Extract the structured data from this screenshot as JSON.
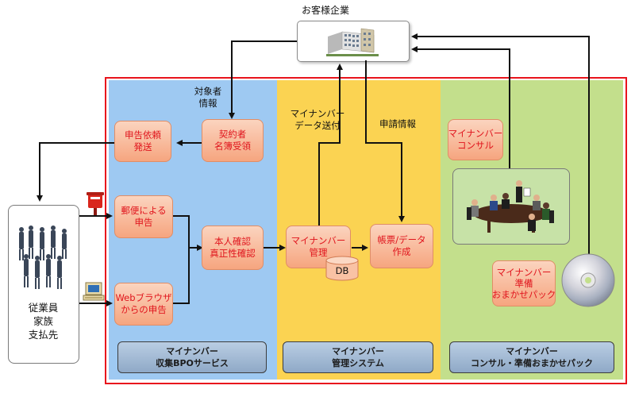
{
  "client": {
    "title": "お客様企業"
  },
  "employees": {
    "line1": "従業員",
    "line2": "家族",
    "line3": "支払先"
  },
  "labels": {
    "target_info": {
      "line1": "対象者",
      "line2": "情報"
    },
    "mynumber_send": {
      "line1": "マイナンバー",
      "line2": "データ送付"
    },
    "application_info": "申請情報"
  },
  "boxes": {
    "declaration_request": {
      "line1": "申告依頼",
      "line2": "発送"
    },
    "contract_roster": {
      "line1": "契約者",
      "line2": "名簿受領"
    },
    "postal": {
      "line1": "郵便による",
      "line2": "申告"
    },
    "identity_check": {
      "line1": "本人確認",
      "line2": "真正性確認"
    },
    "web_browser": {
      "line1": "Webブラウザ",
      "line2": "からの申告"
    },
    "mynumber_mgmt": {
      "line1": "マイナンバー",
      "line2": "管理"
    },
    "db": "DB",
    "form_creation": {
      "line1": "帳票/データ",
      "line2": "作成"
    },
    "consult": {
      "line1": "マイナンバー",
      "line2": "コンサル"
    },
    "prep_pack": {
      "line1": "マイナンバー",
      "line2": "準備",
      "line3": "おまかせパック"
    }
  },
  "footers": {
    "bpo": {
      "line1": "マイナンバー",
      "line2": "収集BPOサービス"
    },
    "system": {
      "line1": "マイナンバー",
      "line2": "管理システム"
    },
    "pack": {
      "line1": "マイナンバー",
      "line2": "コンサル・準備おまかせパック"
    }
  },
  "colors": {
    "bpo_panel": "#9ec9f2",
    "system_panel": "#fbd352",
    "pack_panel": "#c3df8c",
    "frame": "#e8141c",
    "box_text": "#e0151d"
  }
}
